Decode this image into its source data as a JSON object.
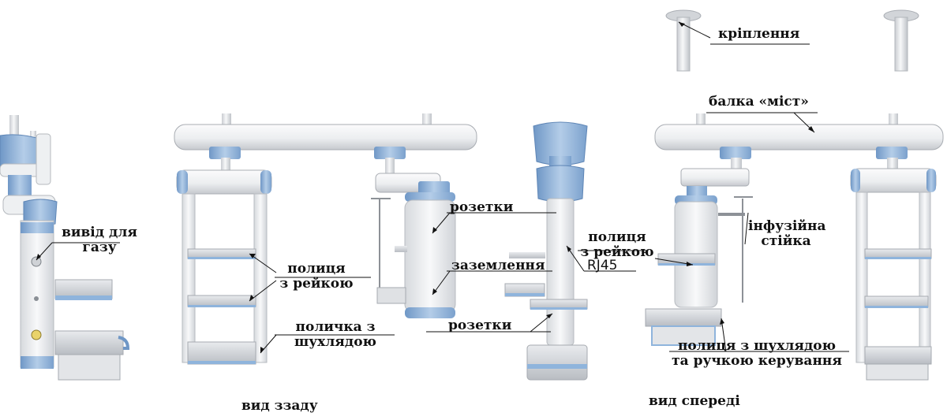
{
  "labels": {
    "kriplennia": "кріплення",
    "balka": "балка «міст»",
    "vyvid_l1": "вивід для",
    "vyvid_l2": "газу",
    "polytsia_back_l1": "полиця",
    "polytsia_back_l2": "з рейкою",
    "polychka_l1": "поличка з",
    "polychka_l2": "шухлядою",
    "rozetky_top": "розетки",
    "zazemlennia": "заземлення",
    "rozetky_bottom": "розетки",
    "polytsia_mid_l1": "полиця",
    "polytsia_mid_l2": "з рейкою",
    "rj45": "RJ45",
    "infuziina_l1": "інфузійна",
    "infuziina_l2": "стійка",
    "drawer_handle_l1": "полиця з шухлядою",
    "drawer_handle_l2": "та ручкою керування"
  },
  "views": {
    "rear": "вид ззаду",
    "front": "вид спереді"
  },
  "colors": {
    "accent_blue": "#8fb4dc",
    "accent_blue_dark": "#6f97c6",
    "body_white": "#f3f4f6",
    "body_shade": "#d4d7dc",
    "edge": "#a9adb3",
    "label": "#111111"
  }
}
